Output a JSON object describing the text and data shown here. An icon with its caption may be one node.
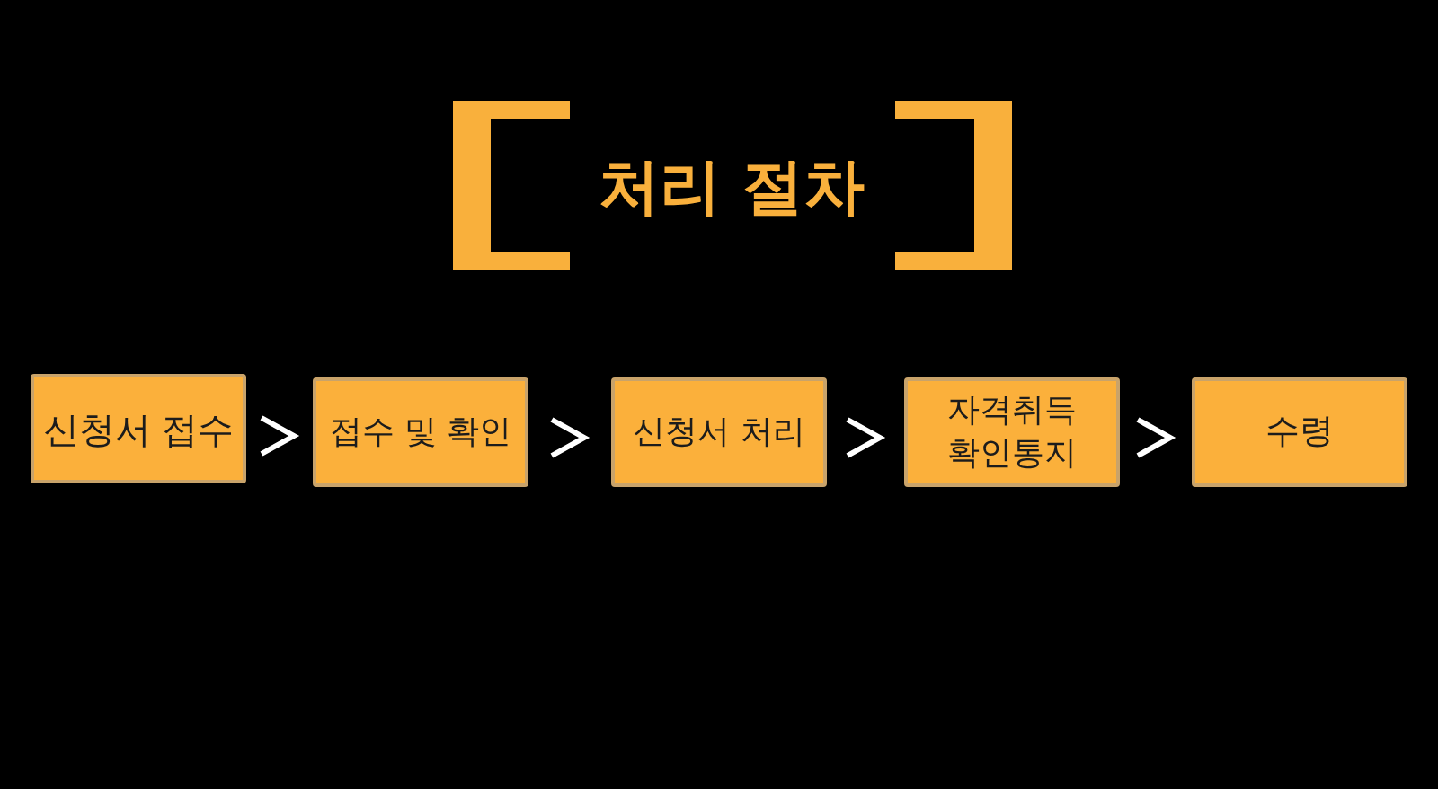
{
  "diagram": {
    "title": "처리 절차",
    "nodes": [
      {
        "text": [
          "신청서 접수"
        ]
      },
      {
        "text": [
          "접수 및 확인"
        ]
      },
      {
        "text": [
          "신청서 처리"
        ]
      },
      {
        "text": [
          "자격취득 확인통지"
        ]
      },
      {
        "text": [
          "수령"
        ]
      }
    ],
    "edges": [
      {
        "from": 0,
        "to": 1,
        "arrow": "to"
      },
      {
        "from": 1,
        "to": 2,
        "arrow": "to"
      },
      {
        "from": 2,
        "to": 3,
        "arrow": "to"
      },
      {
        "from": 3,
        "to": 4,
        "arrow": "to"
      }
    ]
  }
}
